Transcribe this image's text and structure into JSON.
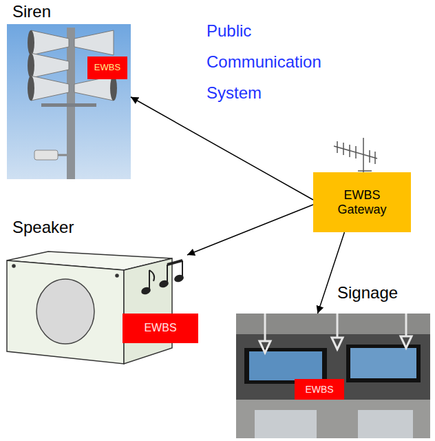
{
  "diagram": {
    "title": "Public Communication System",
    "nodes": [
      {
        "text": [
          "Siren"
        ]
      },
      {
        "text": [
          "EWBS"
        ],
        "in": 0
      },
      {
        "text": [
          "EWBS Gateway"
        ]
      },
      {
        "text": [
          "Speaker"
        ]
      },
      {
        "text": [
          "EWBS"
        ],
        "in": 3
      },
      {
        "text": [
          "Signage"
        ]
      },
      {
        "text": [
          "EWBS"
        ],
        "in": 5
      }
    ],
    "edges": [
      {
        "from": 2,
        "to": 0,
        "arrow": "to"
      },
      {
        "from": 2,
        "to": 3,
        "arrow": "to"
      },
      {
        "from": 2,
        "to": 5,
        "arrow": "to"
      }
    ]
  }
}
